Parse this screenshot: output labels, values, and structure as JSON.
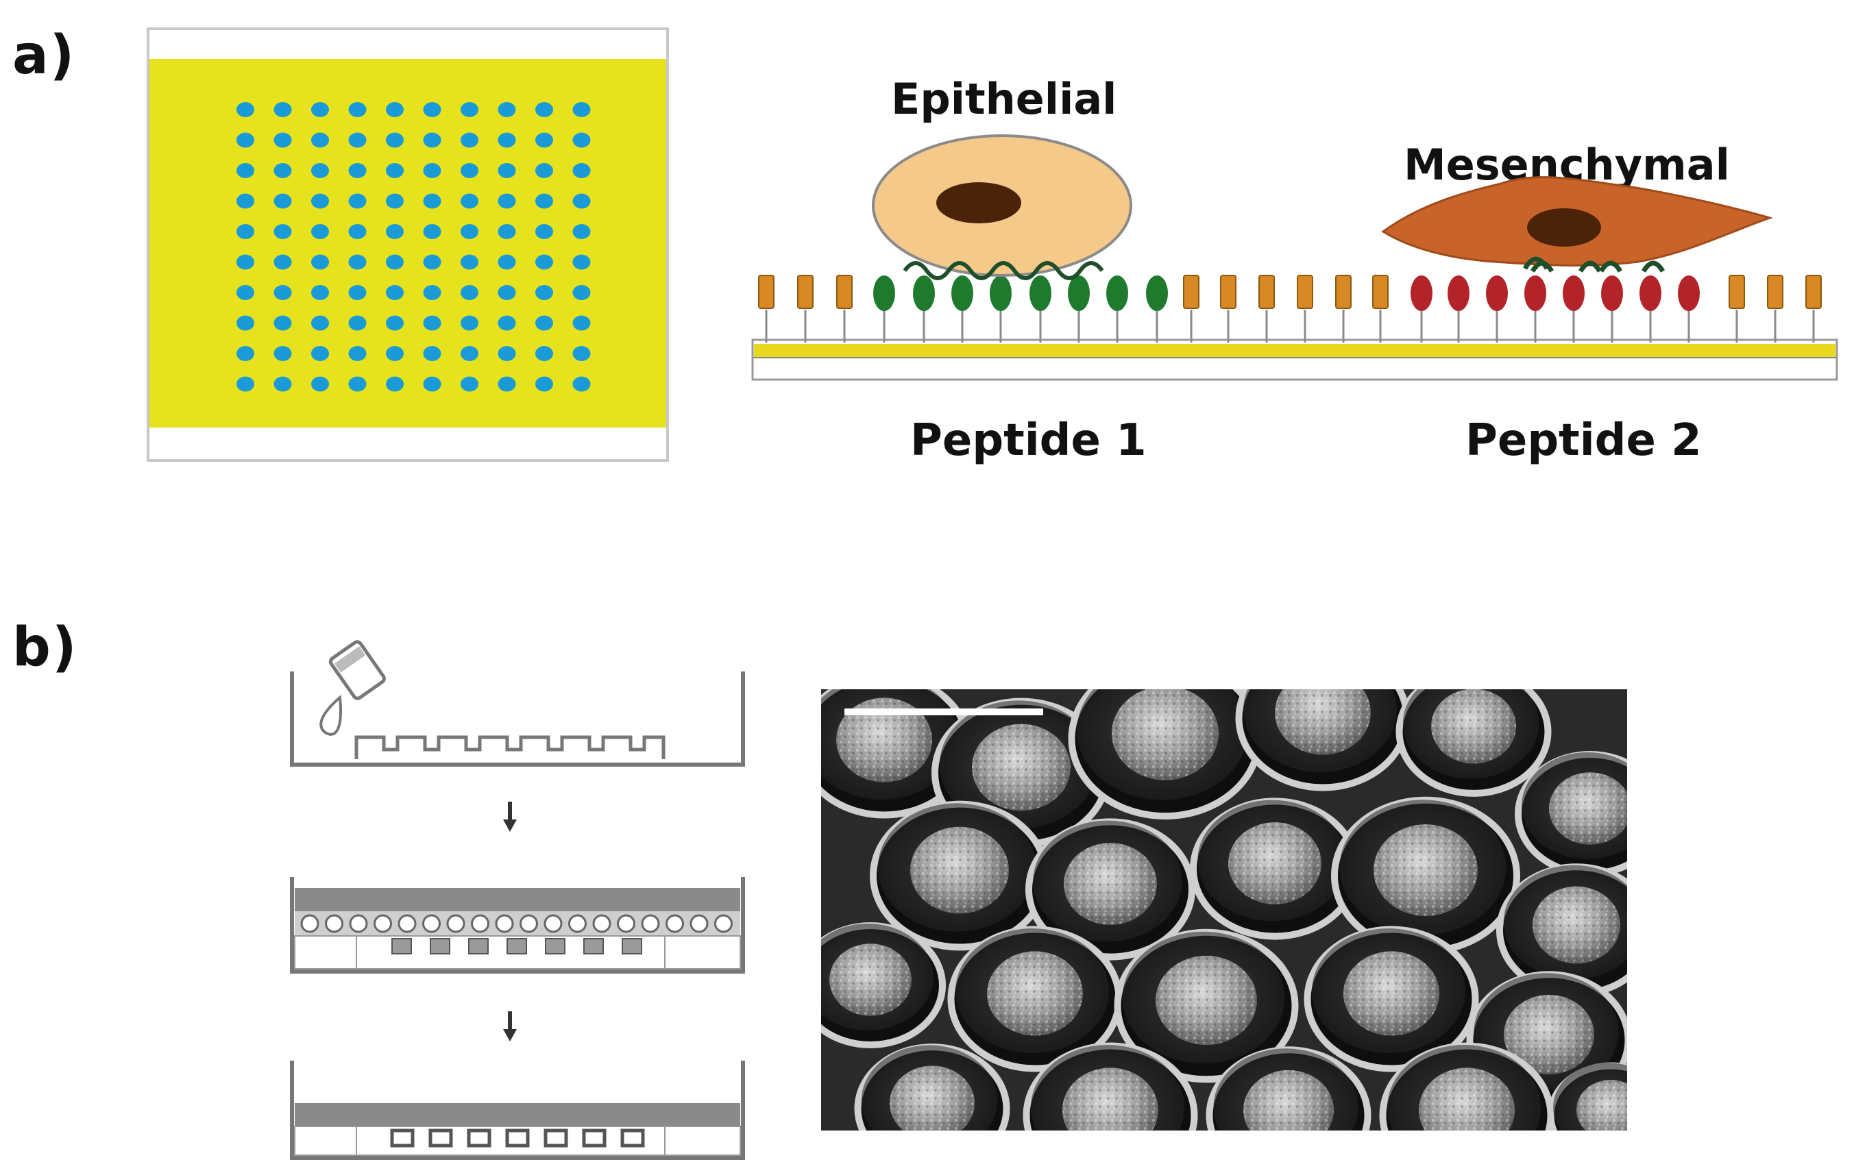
{
  "panels": {
    "a": {
      "label": "a)"
    },
    "b": {
      "label": "b)"
    }
  },
  "labels": {
    "epithelial": "Epithelial",
    "mesenchymal": "Mesenchymal",
    "peptide1": "Peptide 1",
    "peptide2": "Peptide 2"
  },
  "colors": {
    "chip_yellow": "#E6E21E",
    "spot_blue": "#1A9BD7",
    "linker_orange": "#D98826",
    "peptide1_green": "#1F7A2E",
    "peptide2_red": "#B3242A",
    "epithelial_cell": "#F5C98A",
    "mesenchymal_cell": "#C8642A",
    "nucleus": "#4A2309",
    "substrate_line": "#E8D81E"
  },
  "icons": {
    "pour": "beaker-pour-icon",
    "arrow": "down-arrow-icon"
  }
}
